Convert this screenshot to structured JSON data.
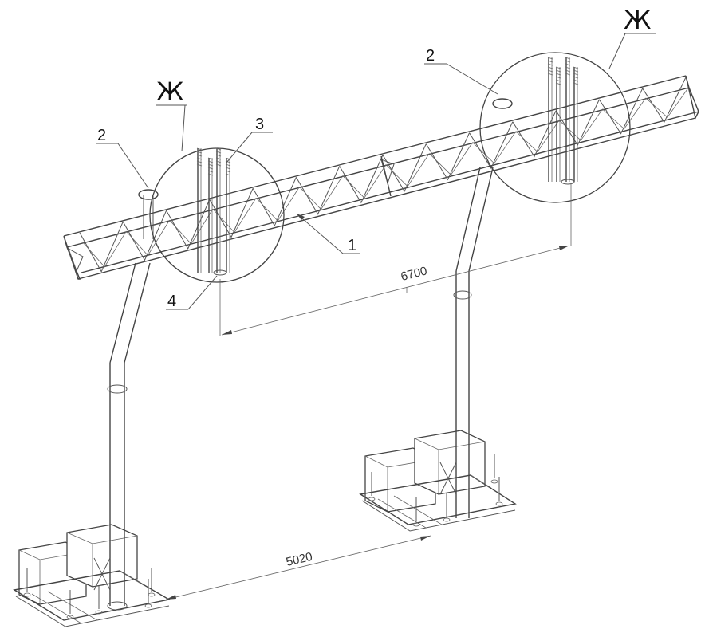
{
  "labels": {
    "callout_left_letter": "Ж",
    "callout_right_letter": "Ж",
    "part_1": "1",
    "part_2_left": "2",
    "part_2_right": "2",
    "part_3": "3",
    "part_4": "4"
  },
  "dimensions": {
    "span_between_legs": "6700",
    "base_spacing": "5020"
  }
}
